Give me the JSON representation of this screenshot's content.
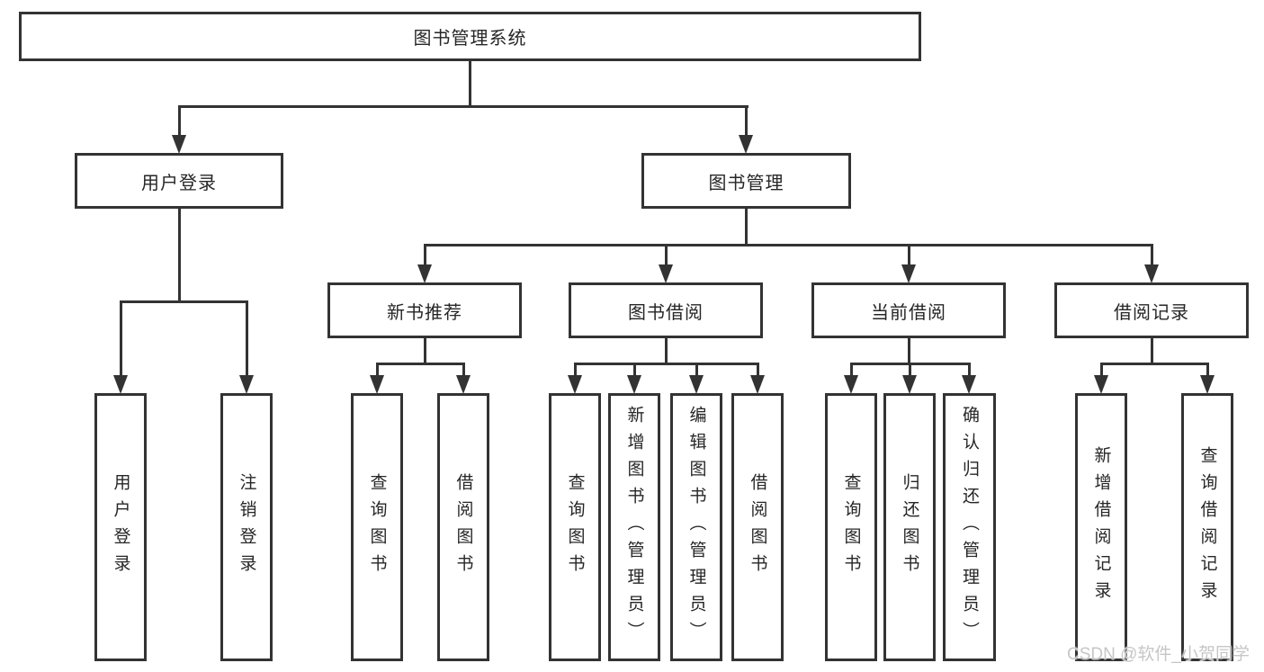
{
  "tree": {
    "root": {
      "label": "图书管理系统"
    },
    "branches": [
      {
        "label": "用户登录",
        "children": [
          {
            "label": "用户登录"
          },
          {
            "label": "注销登录"
          }
        ]
      },
      {
        "label": "图书管理",
        "children": [
          {
            "label": "新书推荐",
            "children": [
              {
                "label": "查询图书"
              },
              {
                "label": "借阅图书"
              }
            ]
          },
          {
            "label": "图书借阅",
            "children": [
              {
                "label": "查询图书"
              },
              {
                "label": "新增图书（管理员）"
              },
              {
                "label": "编辑图书（管理员）"
              },
              {
                "label": "借阅图书"
              }
            ]
          },
          {
            "label": "当前借阅",
            "children": [
              {
                "label": "查询图书"
              },
              {
                "label": "归还图书"
              },
              {
                "label": "确认归还（管理员）"
              }
            ]
          },
          {
            "label": "借阅记录",
            "children": [
              {
                "label": "新增借阅记录"
              },
              {
                "label": "查询借阅记录"
              }
            ]
          }
        ]
      }
    ]
  },
  "watermark": {
    "text": "CSDN @软件_小贺同学"
  },
  "style": {
    "line_color": "#333333",
    "text_color": "#262626",
    "watermark_color": "#c6c6c6",
    "background": "#ffffff"
  }
}
